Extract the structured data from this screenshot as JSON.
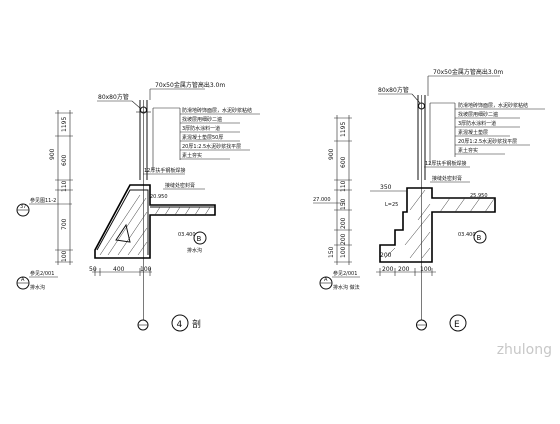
{
  "left_section": {
    "section_number": "4",
    "section_suffix": "剖",
    "rail_label": "70x50金属方管高出3.0m",
    "post_label": "80x80方管",
    "weld_label": "12厚扶手钢板焊接",
    "layers": [
      "防滑地砖饰面层，水泥砂浆粘结",
      "找坡层用细砂二遍",
      "3厚防水涂料一道",
      "素混凝土垫层50厚",
      "20厚1:2.5水泥砂浆找平层",
      "素土夯实"
    ],
    "slope_label": "接缝处密封膏",
    "dims_vertical": [
      "1195",
      "900",
      "600",
      "110",
      "700",
      "100"
    ],
    "dims_horizontal": [
      "50",
      "400",
      "100"
    ],
    "elevation_top": "20.950",
    "elevation_bottom": "03.400",
    "ref_callout_top": "参见图11-2",
    "ref_callout_num": "37",
    "ref_callout_bottom": "参见2/001",
    "ref_callout_bottom_num": "A",
    "note_bottom": "排水沟",
    "circle_mark": "B",
    "circle_note": "排水沟"
  },
  "right_section": {
    "section_number": "E",
    "rail_label": "70x50金属方管高出3.0m",
    "post_label": "80x80方管",
    "weld_label": "12厚扶手钢板焊接",
    "layers": [
      "防滑地砖饰面层，水泥砂浆粘结",
      "找坡层用细砂二遍",
      "3厚防水涂料一道",
      "素混凝土垫层",
      "20厚1:2.5水泥砂浆找平层",
      "素土夯实"
    ],
    "seal_label": "接缝处密封膏",
    "dims_vertical": [
      "1195",
      "900",
      "600",
      "110",
      "150",
      "200",
      "200",
      "100",
      "150"
    ],
    "dims_left_top": "350",
    "dims_left_mid": "L=25",
    "elevation_top": "27.000",
    "elevation_right": "25.950",
    "elevation_bottom": "03.400",
    "dims_horizontal": [
      "200",
      "200",
      "200",
      "100"
    ],
    "ref_callout_bottom": "参见2/001",
    "ref_callout_bottom_num": "A",
    "note_bottom": "排水沟  做法",
    "circle_mark": "B"
  },
  "watermark": "zhulong"
}
